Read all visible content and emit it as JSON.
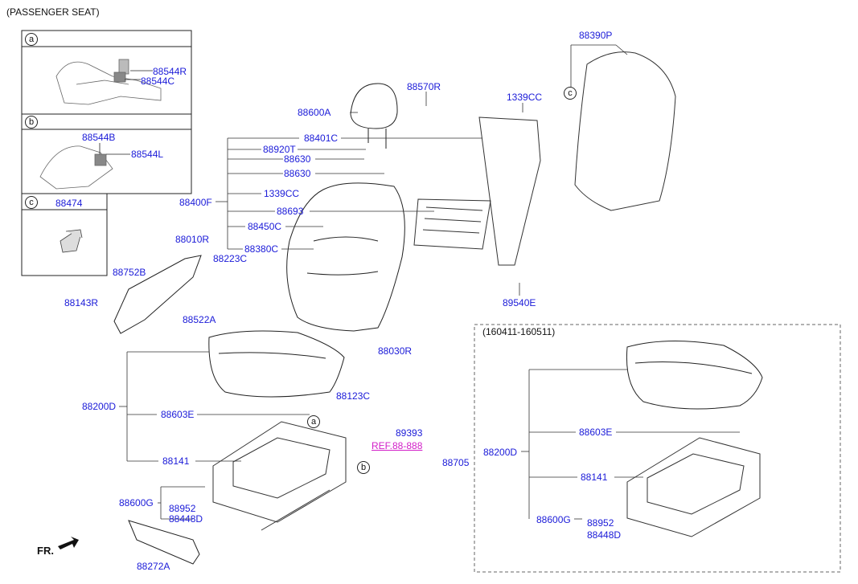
{
  "diagram": {
    "title": "(PASSENGER SEAT)",
    "variant_title": "(160411-160511)",
    "direction_label": "FR.",
    "ref_label": "REF.88-888",
    "callouts": {
      "a": "a",
      "b": "b",
      "c": "c"
    },
    "insets": {
      "a": {
        "labels": [
          "88544R",
          "88544C"
        ]
      },
      "b": {
        "labels": [
          "88544B",
          "88544L"
        ]
      },
      "c": {
        "labels": [
          "88474"
        ]
      }
    },
    "backrest": {
      "assembly": "88400F",
      "parts": [
        "88401C",
        "88920T",
        "88630",
        "88630",
        "1339CC",
        "88693",
        "88450C",
        "88380C"
      ]
    },
    "cushion": {
      "assembly": "88200D",
      "parts": [
        "88603E",
        "88141"
      ]
    },
    "parts": {
      "p88600A": "88600A",
      "p88570R": "88570R",
      "p1339CC_top": "1339CC",
      "p88390P": "88390P",
      "p89540E": "89540E",
      "p88010R": "88010R",
      "p88223C": "88223C",
      "p88752B": "88752B",
      "p88143R": "88143R",
      "p88522A": "88522A",
      "p88030R": "88030R",
      "p88123C": "88123C",
      "p89393": "89393",
      "p88705": "88705",
      "p88600G": "88600G",
      "p88952": "88952",
      "p88448D": "88448D",
      "p88272A": "88272A"
    },
    "variant": {
      "assembly": "88200D",
      "parts": [
        "88603E",
        "88141",
        "88600G",
        "88952",
        "88448D"
      ]
    }
  }
}
